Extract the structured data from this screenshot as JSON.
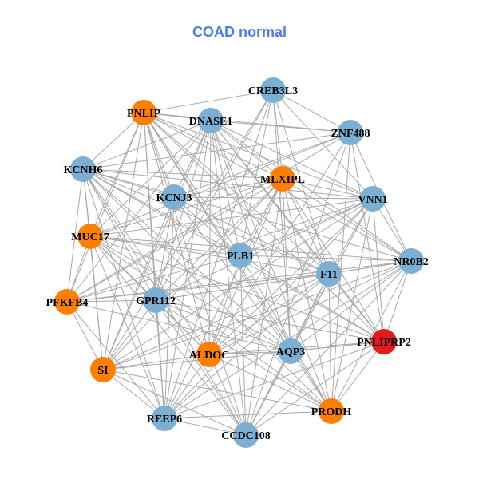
{
  "title": "COAD normal",
  "colors": {
    "title": "#4F7BEE",
    "blue": "#7BAFD4",
    "orange": "#FF7F00",
    "red": "#E41A1C",
    "edge": "#A9A9A9"
  },
  "nodes": [
    {
      "id": "CREB3L3",
      "group": "blue"
    },
    {
      "id": "PNLIP",
      "group": "orange"
    },
    {
      "id": "DNASE1",
      "group": "blue"
    },
    {
      "id": "ZNF488",
      "group": "blue"
    },
    {
      "id": "KCNH6",
      "group": "blue"
    },
    {
      "id": "MLXIPL",
      "group": "orange"
    },
    {
      "id": "KCNJ3",
      "group": "blue"
    },
    {
      "id": "VNN1",
      "group": "blue"
    },
    {
      "id": "MUC17",
      "group": "orange"
    },
    {
      "id": "PLB1",
      "group": "blue"
    },
    {
      "id": "NR0B2",
      "group": "blue"
    },
    {
      "id": "F11",
      "group": "blue"
    },
    {
      "id": "PFKFB4",
      "group": "orange"
    },
    {
      "id": "GPR112",
      "group": "blue"
    },
    {
      "id": "PNLIPRP2",
      "group": "red"
    },
    {
      "id": "AQP3",
      "group": "blue"
    },
    {
      "id": "ALDOC",
      "group": "orange"
    },
    {
      "id": "SI",
      "group": "orange"
    },
    {
      "id": "PRODH",
      "group": "orange"
    },
    {
      "id": "REEP6",
      "group": "blue"
    },
    {
      "id": "CCDC108",
      "group": "blue"
    }
  ]
}
